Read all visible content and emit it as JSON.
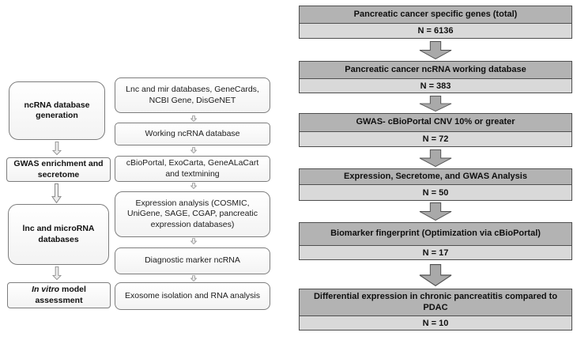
{
  "figure": {
    "left_flow": {
      "boxes": [
        {
          "label": "ncRNA database generation"
        },
        {
          "label": "GWAS enrichment and secretome"
        },
        {
          "label": "lnc and microRNA databases"
        },
        {
          "label_italic": "In vitro",
          "label_rest": "model assessment"
        }
      ]
    },
    "mid_flow": {
      "boxes": [
        {
          "label": "Lnc and mir databases, GeneCards, NCBI Gene, DisGeNET"
        },
        {
          "label": "Working ncRNA database"
        },
        {
          "label": "cBioPortal, ExoCarta, GeneALaCart and textmining"
        },
        {
          "label": "Expression analysis (COSMIC, UniGene, SAGE, CGAP, pancreatic expression databases)"
        },
        {
          "label": "Diagnostic marker ncRNA"
        },
        {
          "label": "Exosome isolation and RNA analysis"
        }
      ]
    },
    "right_flow": {
      "steps": [
        {
          "title": "Pancreatic cancer specific genes (total)",
          "n": "N = 6136"
        },
        {
          "title": "Pancreatic cancer ncRNA working database",
          "n": "N = 383"
        },
        {
          "title": "GWAS- cBioPortal CNV 10% or greater",
          "n": "N = 72"
        },
        {
          "title": "Expression, Secretome, and GWAS Analysis",
          "n": "N = 50"
        },
        {
          "title": "Biomarker fingerprint (Optimization via cBioPortal)",
          "n": "N = 17"
        },
        {
          "title": "Differential expression in chronic pancreatitis compared to PDAC",
          "n": "N = 10"
        }
      ]
    },
    "colors": {
      "step_header_fill": "#b3b3b3",
      "step_count_fill": "#d9d9d9",
      "step_border": "#4f4f4f",
      "big_arrow_fill": "#a9a9a9",
      "box_border": "#7d7d7d",
      "box_fill": "#fcfcfc",
      "hollow_arrow_fill": "#ededed"
    }
  }
}
